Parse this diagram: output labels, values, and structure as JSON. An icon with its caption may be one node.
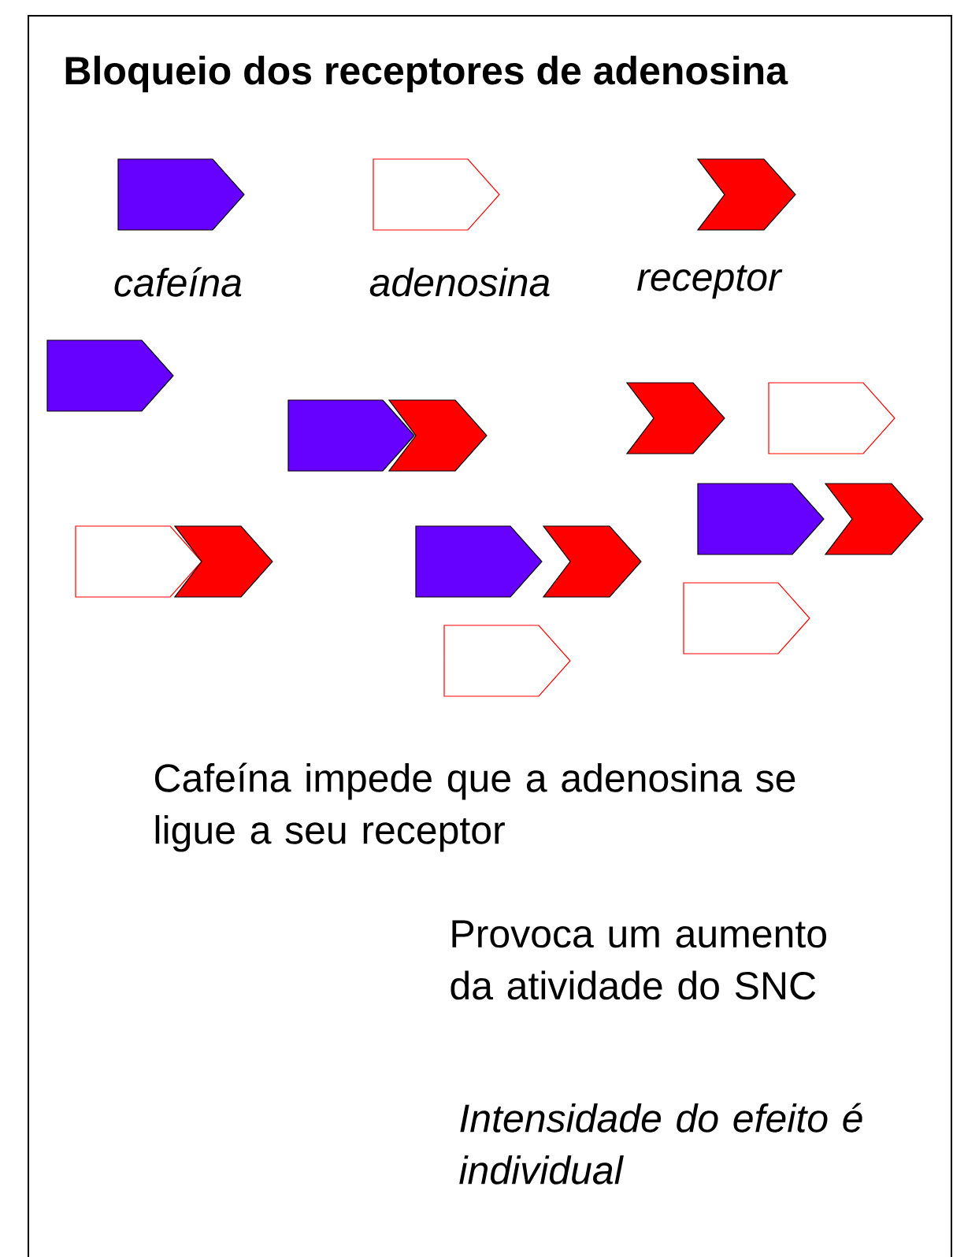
{
  "diagram": {
    "title": "Bloqueio dos receptores de adenosina",
    "labels": [
      "Cafeína impede que a adenosina se ligue a seu receptor",
      "Provoca um aumento da atividade do SNC",
      "Intensidade do efeito é individual"
    ],
    "legend": [
      {
        "text": "cafeína"
      },
      {
        "text": "adenosina"
      },
      {
        "text": "receptor"
      }
    ]
  }
}
